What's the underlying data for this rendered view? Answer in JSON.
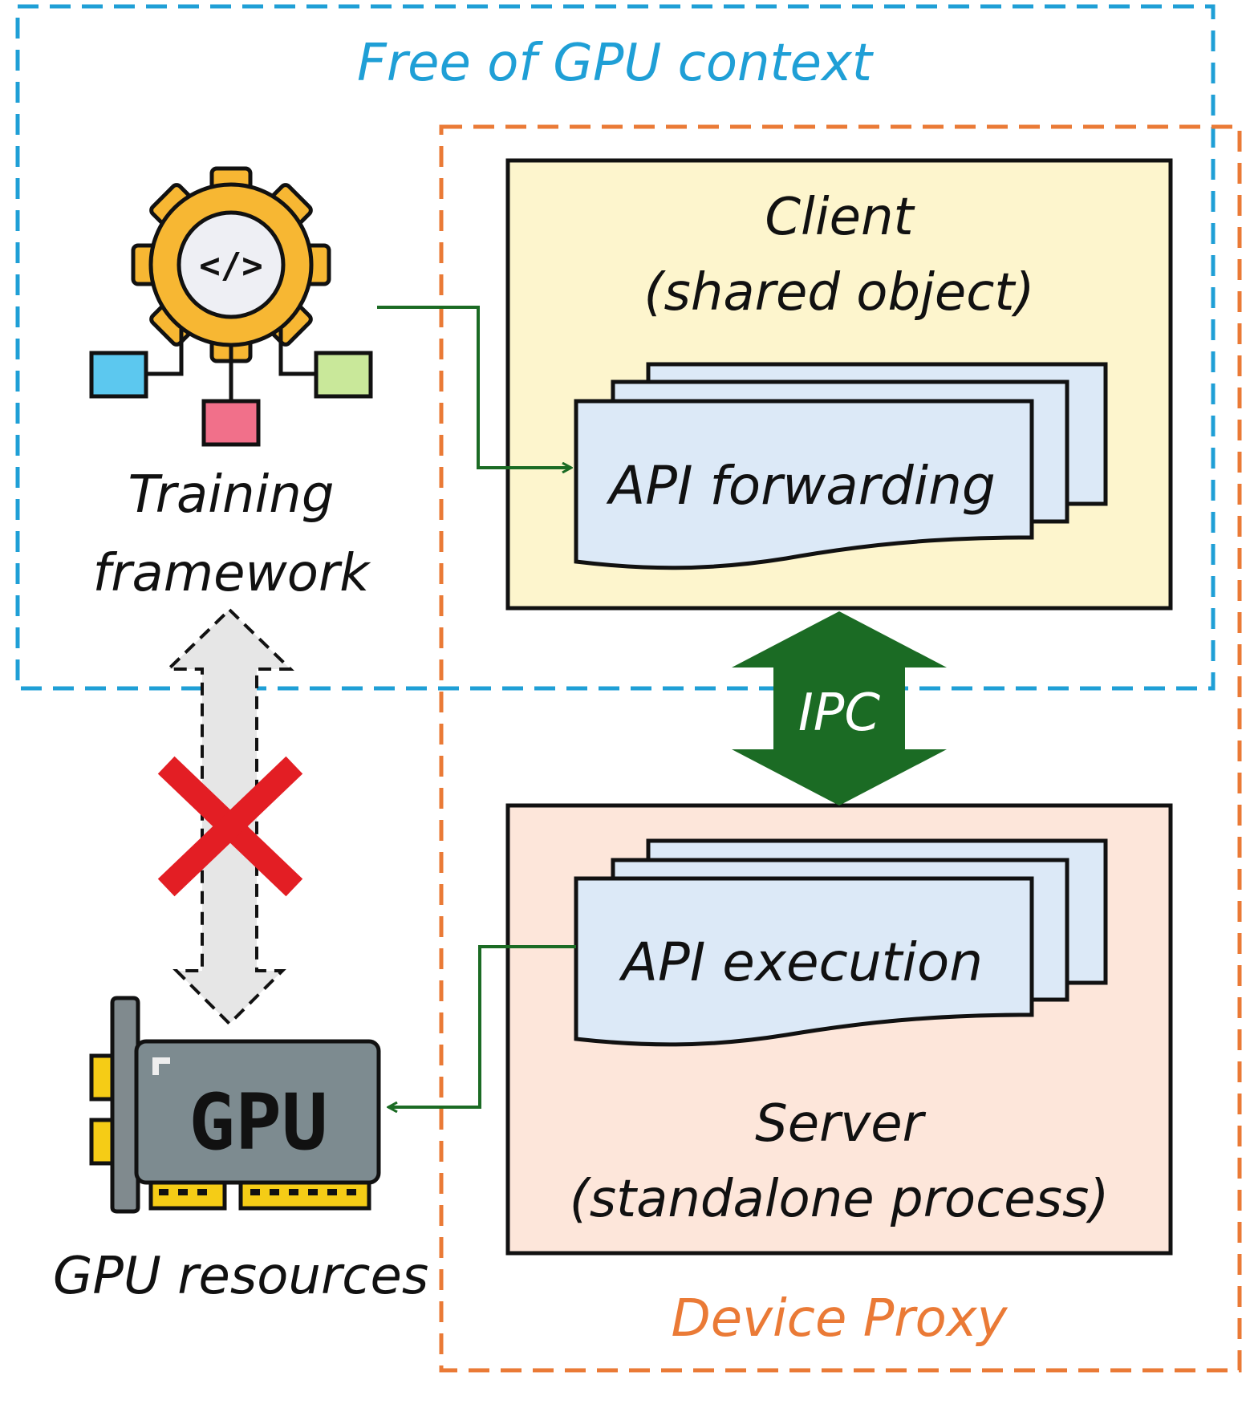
{
  "regions": {
    "free_context_label": "Free of GPU context",
    "device_proxy_label": "Device Proxy"
  },
  "training": {
    "line1": "Training",
    "line2": "framework",
    "icon": "code-gear-icon"
  },
  "gpu": {
    "chip_text": "GPU",
    "caption": "GPU resources",
    "icon": "gpu-card-icon"
  },
  "client": {
    "title": "Client",
    "subtitle": "(shared object)",
    "api_label": "API forwarding"
  },
  "server": {
    "title": "Server",
    "subtitle": "(standalone process)",
    "api_label": "API execution"
  },
  "ipc": {
    "label": "IPC"
  },
  "colors": {
    "blue_region": "#1f9fd6",
    "orange_region": "#ea7a36",
    "client_fill": "#fdf5cd",
    "server_fill": "#fde6da",
    "api_page_fill": "#dce9f7",
    "green": "#1b6b24",
    "red_cross": "#e31e24",
    "gear": "#f7b733",
    "gpu_body": "#7d8b90",
    "gpu_pins": "#f5cc16"
  }
}
